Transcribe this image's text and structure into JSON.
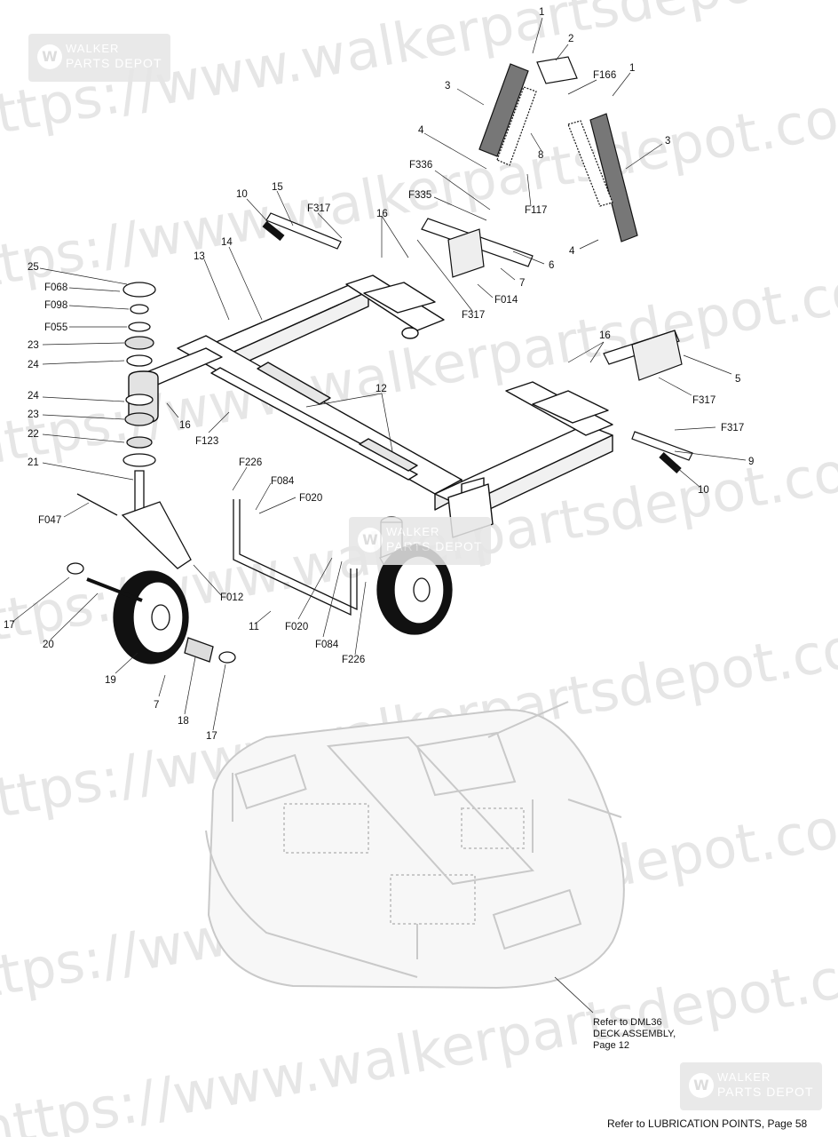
{
  "watermark": {
    "url_text": "https://www.walkerpartsdepot.com",
    "logo_line1": "WALKER",
    "logo_line2": "PARTS DEPOT",
    "logo_icon": "walker-w-icon"
  },
  "callouts": [
    "1",
    "2",
    "F166",
    "1",
    "3",
    "3",
    "8",
    "4",
    "F336",
    "F117",
    "F335",
    "4",
    "10",
    "15",
    "F317",
    "16",
    "6",
    "7",
    "F014",
    "F317",
    "25",
    "13",
    "14",
    "F068",
    "F098",
    "F055",
    "23",
    "24",
    "16",
    "5",
    "F317",
    "F317",
    "12",
    "24",
    "16",
    "F123",
    "23",
    "22",
    "9",
    "10",
    "21",
    "F226",
    "F084",
    "F020",
    "F047",
    "F012",
    "11",
    "17",
    "20",
    "F020",
    "F084",
    "F226",
    "19",
    "7",
    "18",
    "17"
  ],
  "notes": {
    "deck_ref": [
      "Refer to DML36",
      "DECK ASSEMBLY,",
      "Page 12"
    ],
    "lubrication_ref": "Refer to LUBRICATION POINTS, Page 58"
  }
}
